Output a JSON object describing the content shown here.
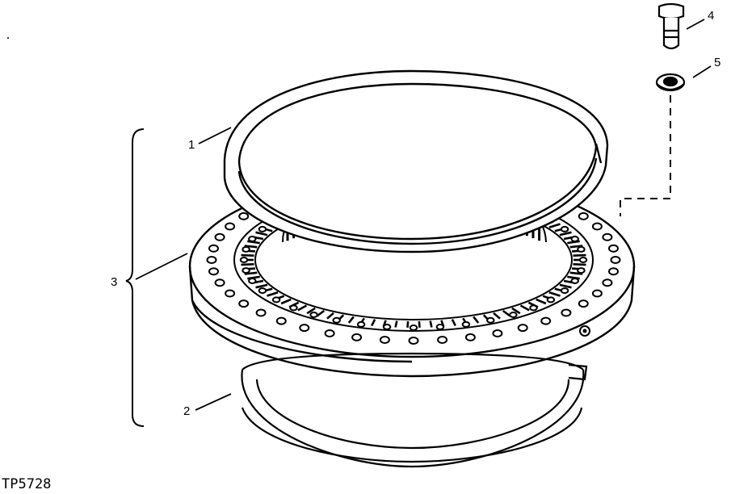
{
  "figure_id": "TP5728",
  "callouts": {
    "c1": "1",
    "c2": "2",
    "c3": "3",
    "c4": "4",
    "c5": "5"
  },
  "parts": [
    {
      "callout": "1",
      "name": "upper-seal-ring-part"
    },
    {
      "callout": "2",
      "name": "lower-seal-ring-part"
    },
    {
      "callout": "3",
      "name": "swing-bearing-assembly"
    },
    {
      "callout": "4",
      "name": "cap-screw-part"
    },
    {
      "callout": "5",
      "name": "washer-part"
    }
  ],
  "colors": {
    "line": "#000000",
    "background": "#ffffff"
  }
}
